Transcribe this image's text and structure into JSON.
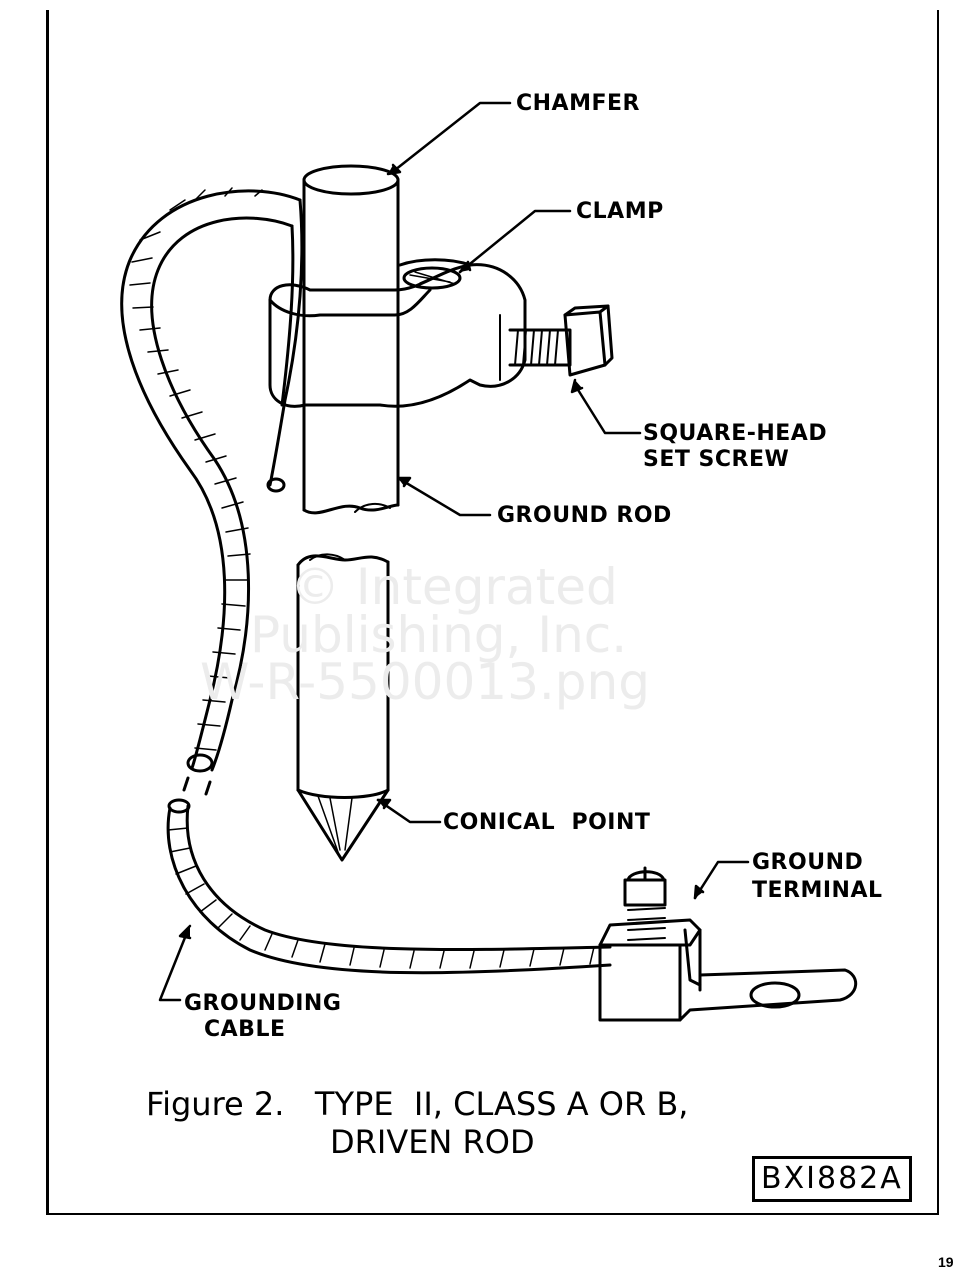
{
  "figure": {
    "labels": {
      "chamfer": "CHAMFER",
      "clamp": "CLAMP",
      "square_head_1": "SQUARE-HEAD",
      "square_head_2": "SET SCREW",
      "ground_rod": "GROUND ROD",
      "conical_point": "CONICAL  POINT",
      "ground_terminal_1": "GROUND",
      "ground_terminal_2": "TERMINAL",
      "grounding_cable_1": "GROUNDING",
      "grounding_cable_2": "CABLE"
    },
    "caption": {
      "line1": "Figure 2.   TYPE  II, CLASS A OR B,",
      "line2": "DRIVEN ROD"
    },
    "drawing_code": "BXI882A",
    "page_number": "19"
  },
  "watermark": {
    "line1": "© Integrated",
    "line2": "Publishing, Inc.",
    "line3": "W-R-5500013.png"
  }
}
